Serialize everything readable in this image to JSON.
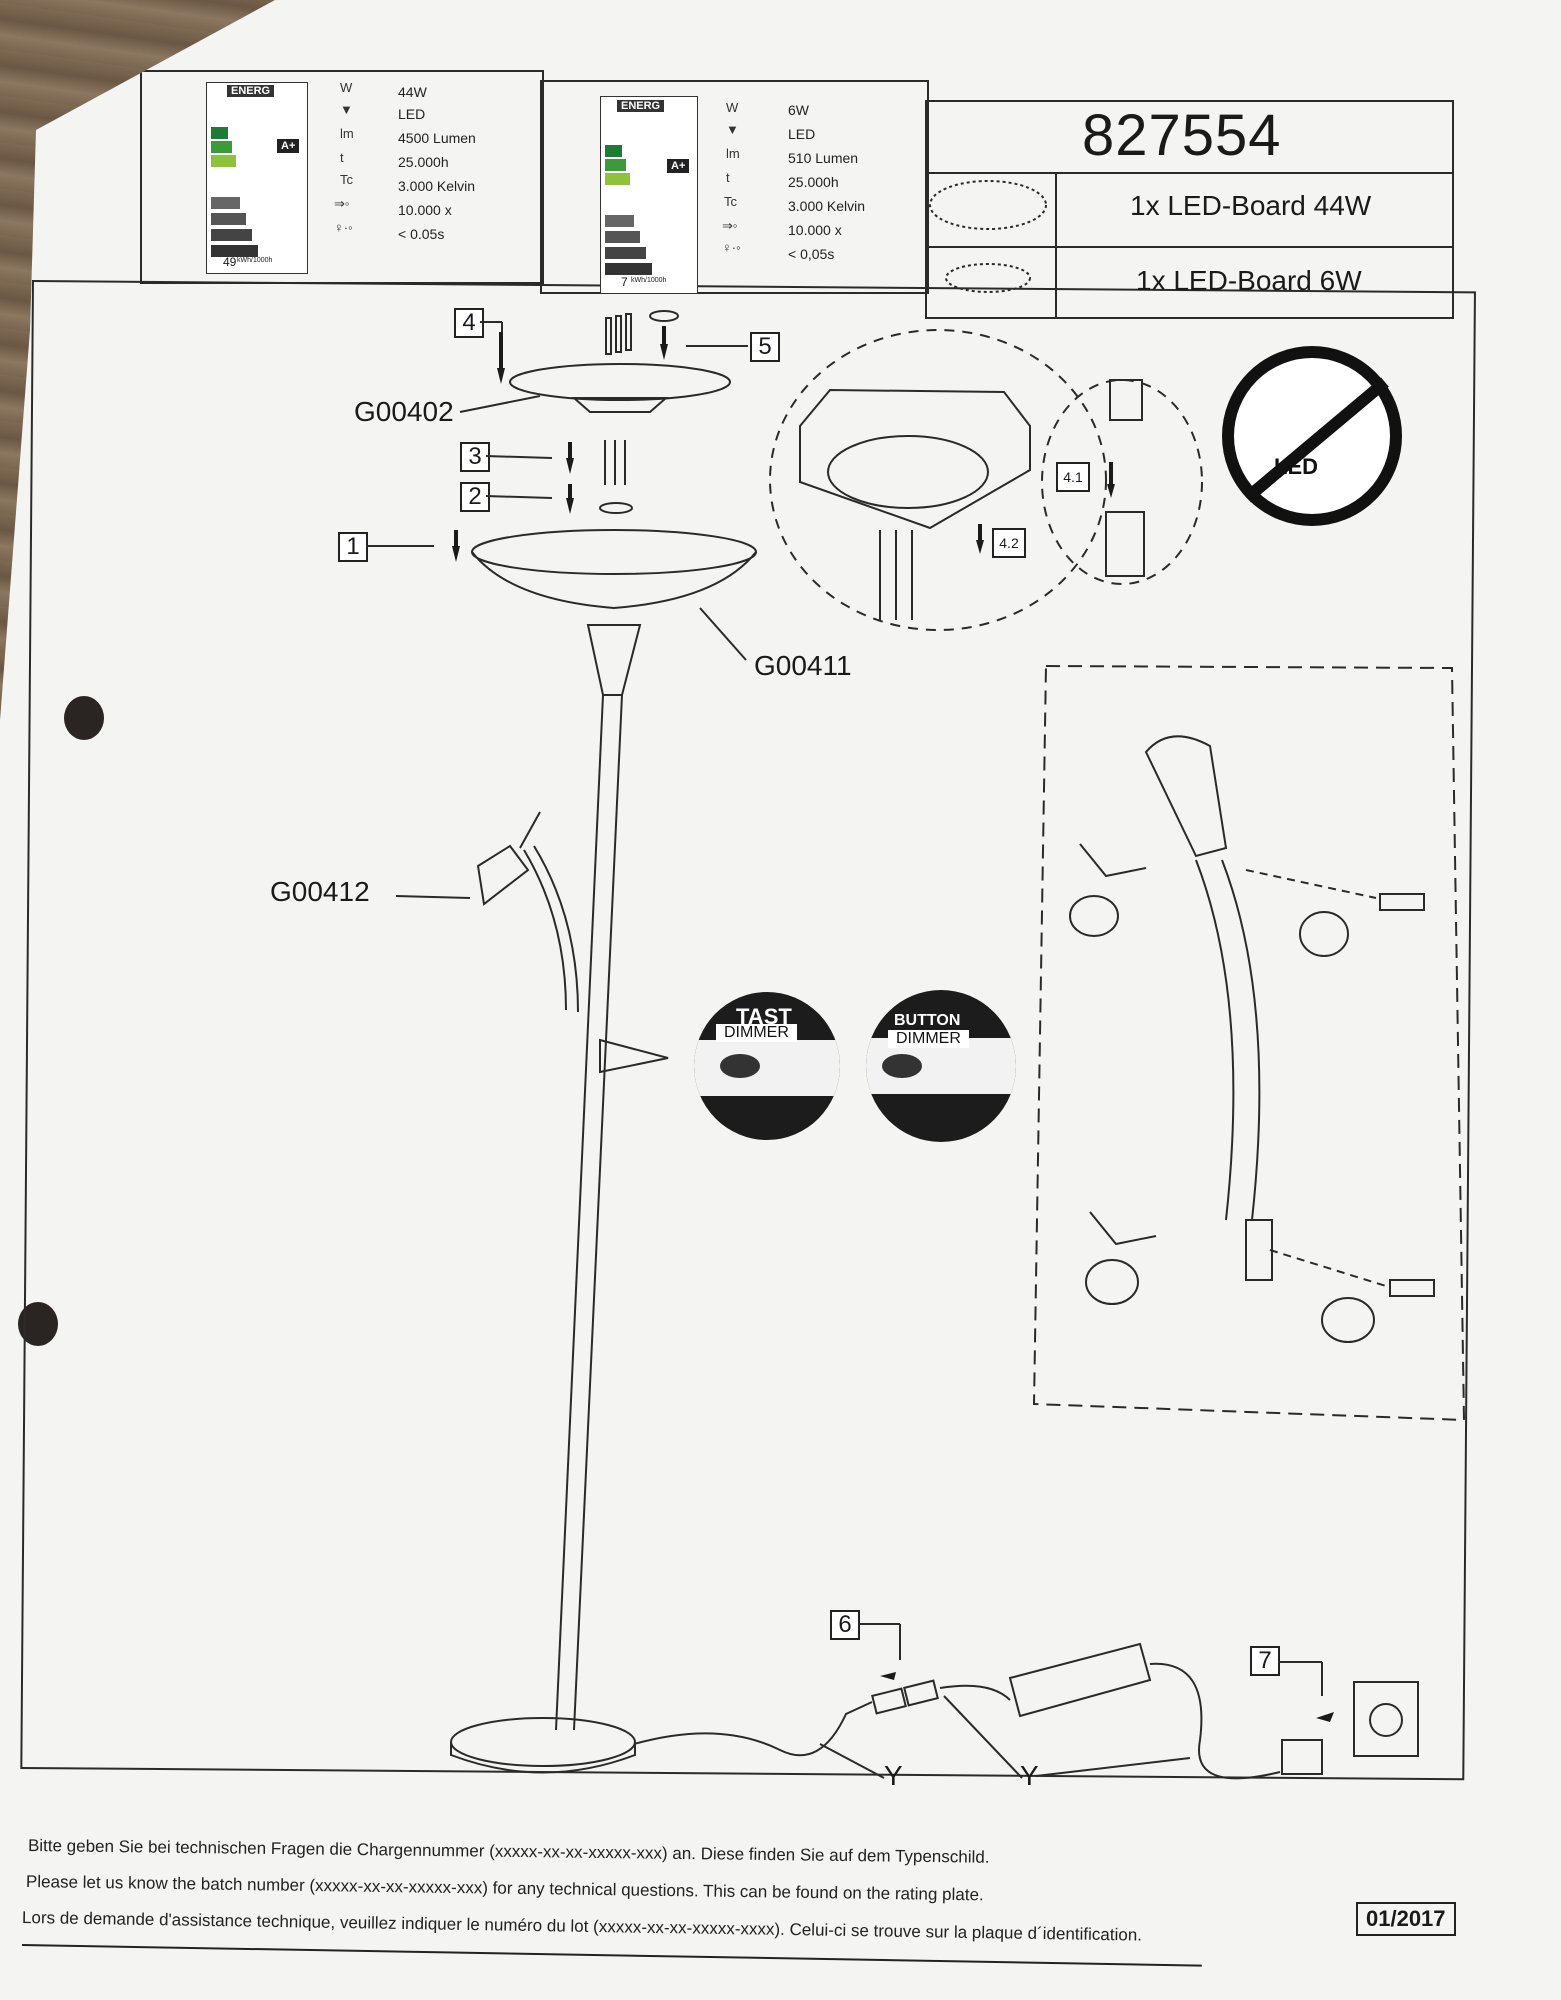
{
  "product": {
    "code": "827554",
    "date_code": "01/2017"
  },
  "parts": [
    {
      "label": "1x LED-Board 44W"
    },
    {
      "label": "1x LED-Board 6W"
    }
  ],
  "energy_labels": [
    {
      "header": "ENERG",
      "class": "A+",
      "consumption": "49",
      "unit": "kWh/1000h",
      "specs": [
        {
          "key": "W",
          "value": "44W"
        },
        {
          "key": "",
          "value": "LED"
        },
        {
          "key": "lm",
          "value": "4500 Lumen"
        },
        {
          "key": "t",
          "value": "25.000h"
        },
        {
          "key": "Tc",
          "value": "3.000 Kelvin"
        },
        {
          "key": "",
          "value": "10.000 x"
        },
        {
          "key": "",
          "value": "< 0.05s"
        }
      ]
    },
    {
      "header": "ENERG",
      "class": "A+",
      "consumption": "7",
      "unit": "kWh/1000h",
      "specs": [
        {
          "key": "W",
          "value": "6W"
        },
        {
          "key": "",
          "value": "LED"
        },
        {
          "key": "lm",
          "value": "510 Lumen"
        },
        {
          "key": "t",
          "value": "25.000h"
        },
        {
          "key": "Tc",
          "value": "3.000 Kelvin"
        },
        {
          "key": "",
          "value": "10.000 x"
        },
        {
          "key": "",
          "value": "< 0,05s"
        }
      ]
    }
  ],
  "callouts": {
    "g00402": "G00402",
    "g00411": "G00411",
    "g00412": "G00412",
    "y1": "Y",
    "y2": "Y"
  },
  "steps": [
    "1",
    "2",
    "3",
    "4",
    "5",
    "6",
    "7",
    "4.1",
    "4.2"
  ],
  "dimmer": {
    "tast": "TAST",
    "tast_sub": "DIMMER",
    "button": "BUTTON",
    "button_sub": "DIMMER"
  },
  "led_warning": "LED",
  "footer": {
    "de": "Bitte geben Sie bei technischen Fragen die Chargennummer (xxxxx-xx-xx-xxxxx-xxx) an. Diese finden Sie auf dem Typenschild.",
    "en": "Please let us know the batch number (xxxxx-xx-xx-xxxxx-xxx) for any technical questions. This can be found on the rating plate.",
    "fr": "Lors de demande d'assistance technique, veuillez indiquer le numéro du lot (xxxxx-xx-xx-xxxxx-xxxx). Celui-ci se trouve sur la plaque d´identification."
  }
}
